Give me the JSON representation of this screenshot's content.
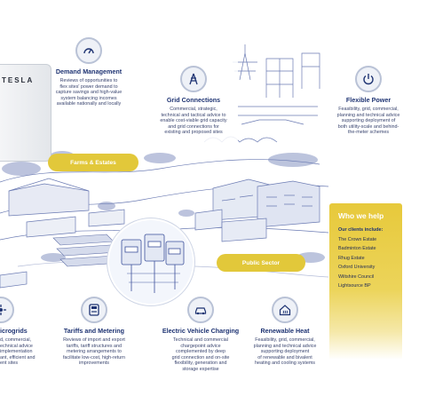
{
  "tesla_mark": "TESLA",
  "services": {
    "demand": {
      "icon": "gauge-icon",
      "title": "Demand Management",
      "desc": [
        "Reviews of opportunities to",
        "flex sites' power demand to",
        "capture savings and high-value",
        "system balancing incomes",
        "available nationally and locally"
      ]
    },
    "grid": {
      "icon": "pylon-icon",
      "title": "Grid Connections",
      "desc": [
        "Commercial, strategic,",
        "technical and tactical advice to",
        "enable cost-viable grid capacity",
        "and grid connections for",
        "existing and proposed sites"
      ]
    },
    "flexible": {
      "icon": "power-button-icon",
      "title": "Flexible Power",
      "desc": [
        "Feasibility, grid, commercial,",
        "planning and technical advice",
        "supporting deployment of",
        "both utility-scale and behind-",
        "the-meter schemes"
      ]
    },
    "microgrids": {
      "icon": "microgrid-icon",
      "title": "icrogrids",
      "desc": [
        "d, commercial,",
        "echnical advice",
        "implementation",
        "ant, efficient and",
        "ent sites"
      ]
    },
    "tariffs": {
      "icon": "meter-icon",
      "title": "Tariffs and Metering",
      "desc": [
        "Reviews of import and export",
        "tariffs, tariff structures and",
        "metering arrangements to",
        "facilitate low-cost, high-return",
        "improvements"
      ]
    },
    "ev": {
      "icon": "ev-car-icon",
      "title": "Electric Vehicle Charging",
      "desc": [
        "Technical and commercial",
        "chargepoint advice",
        "complemented by deep",
        "grid connection and on-site",
        "flexibility, generation and",
        "storage expertise"
      ]
    },
    "heat": {
      "icon": "house-heat-icon",
      "title": "Renewable Heat",
      "desc": [
        "Feasibility, grid, commercial,",
        "planning and technical advice",
        "supporting deployment",
        "of renewable and bivalent",
        "heating and cooling systems"
      ]
    }
  },
  "pills": {
    "farms": "Farms & Estates",
    "public": "Public Sector"
  },
  "help": {
    "title": "Who we help",
    "subtitle": "Our clients include:",
    "clients": [
      "The Crown Estate",
      "Badminton Estate",
      "Rhug Estate",
      "Oxford University",
      "Wiltshire Council",
      "Lightsource BP"
    ]
  },
  "colors": {
    "accent_yellow": "#e2c83a",
    "navy": "#1f3473",
    "sketch_blue": "#3a4f9a"
  }
}
